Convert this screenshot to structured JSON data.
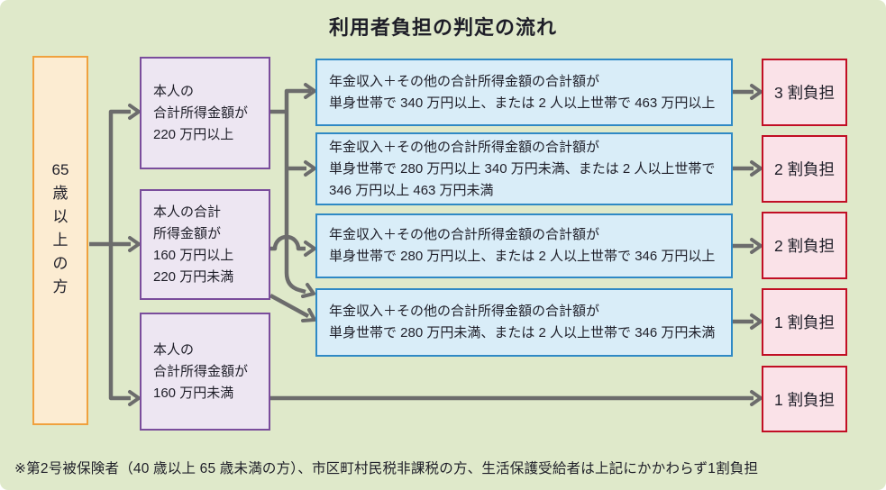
{
  "title": "利用者負担の判定の流れ",
  "age_box": {
    "label": "65歳以上の方",
    "chars": [
      "65",
      "歳",
      "以",
      "上",
      "の",
      "方"
    ]
  },
  "income_boxes": [
    {
      "lines": [
        "本人の",
        "合計所得金額が",
        "220 万円以上"
      ]
    },
    {
      "lines": [
        "本人の合計",
        "所得金額が",
        "160 万円以上",
        "220 万円未満"
      ]
    },
    {
      "lines": [
        "本人の",
        "合計所得金額が",
        "160 万円未満"
      ]
    }
  ],
  "pension_boxes": [
    {
      "lines": [
        "年金収入＋その他の合計所得金額の合計額が",
        "単身世帯で 340 万円以上、または 2 人以上世帯で 463 万円以上"
      ]
    },
    {
      "lines": [
        "年金収入＋その他の合計所得金額の合計額が",
        "単身世帯で 280 万円以上 340 万円未満、または 2 人以上世帯で",
        "346 万円以上 463 万円未満"
      ]
    },
    {
      "lines": [
        "年金収入＋その他の合計所得金額の合計額が",
        "単身世帯で 280 万円以上、または 2 人以上世帯で 346 万円以上"
      ]
    },
    {
      "lines": [
        "年金収入＋その他の合計所得金額の合計額が",
        "単身世帯で 280 万円未満、または 2 人以上世帯で 346 万円未満"
      ]
    }
  ],
  "burden_boxes": [
    {
      "label": "3 割負担"
    },
    {
      "label": "2 割負担"
    },
    {
      "label": "2 割負担"
    },
    {
      "label": "1 割負担"
    },
    {
      "label": "1 割負担"
    }
  ],
  "footnote": "※第2号被保険者（40 歳以上 65 歳未満の方）、市区町村民税非課税の方、生活保護受給者は上記にかかわらず1割負担",
  "colors": {
    "background": "#dfe9ca",
    "age_border": "#f0a13e",
    "age_fill": "#fcecd2",
    "income_border": "#7a4d9c",
    "income_fill": "#ede6f2",
    "pension_border": "#2f89c5",
    "pension_fill": "#d9edf8",
    "burden_border": "#c10e24",
    "burden_fill": "#fae2e8",
    "connector": "#6c6c6c",
    "text": "#1e1e28"
  }
}
